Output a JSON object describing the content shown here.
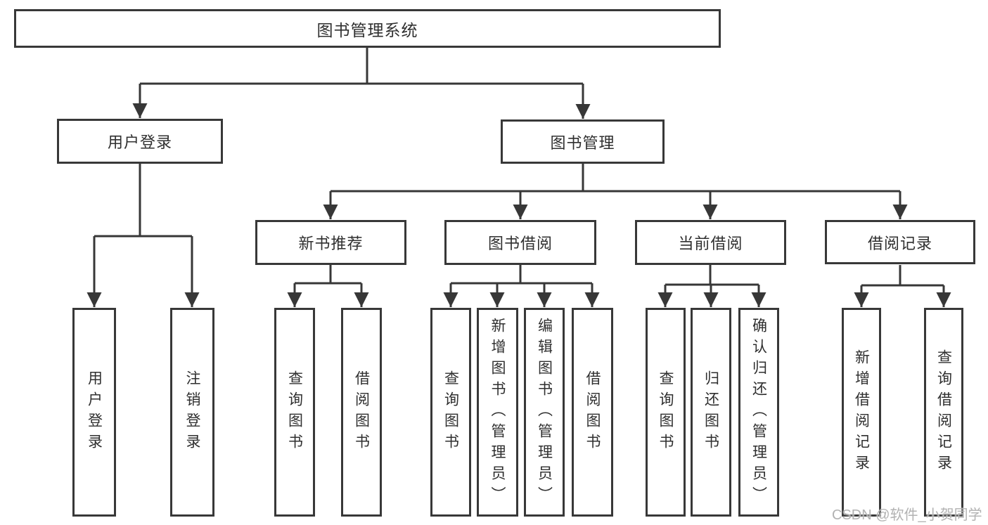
{
  "tree": {
    "root": {
      "label": "图书管理系统",
      "children": [
        {
          "label": "用户登录",
          "children": [
            {
              "label": "用户登录"
            },
            {
              "label": "注销登录"
            }
          ]
        },
        {
          "label": "图书管理",
          "children": [
            {
              "label": "新书推荐",
              "children": [
                {
                  "label": "查询图书"
                },
                {
                  "label": "借阅图书"
                }
              ]
            },
            {
              "label": "图书借阅",
              "children": [
                {
                  "label": "查询图书"
                },
                {
                  "label": "新增图书（管理员）"
                },
                {
                  "label": "编辑图书（管理员）"
                },
                {
                  "label": "借阅图书"
                }
              ]
            },
            {
              "label": "当前借阅",
              "children": [
                {
                  "label": "查询图书"
                },
                {
                  "label": "归还图书"
                },
                {
                  "label": "确认归还（管理员）"
                }
              ]
            },
            {
              "label": "借阅记录",
              "children": [
                {
                  "label": "新增借阅记录"
                },
                {
                  "label": "查询借阅记录"
                }
              ]
            }
          ]
        }
      ]
    }
  },
  "watermark": {
    "text": "CSDN @软件_小贺同学"
  },
  "colors": {
    "line": "#373737",
    "box_border": "#383838",
    "text": "#2f2f2f",
    "watermark": "#b2b2b2",
    "background": "#ffffff"
  }
}
